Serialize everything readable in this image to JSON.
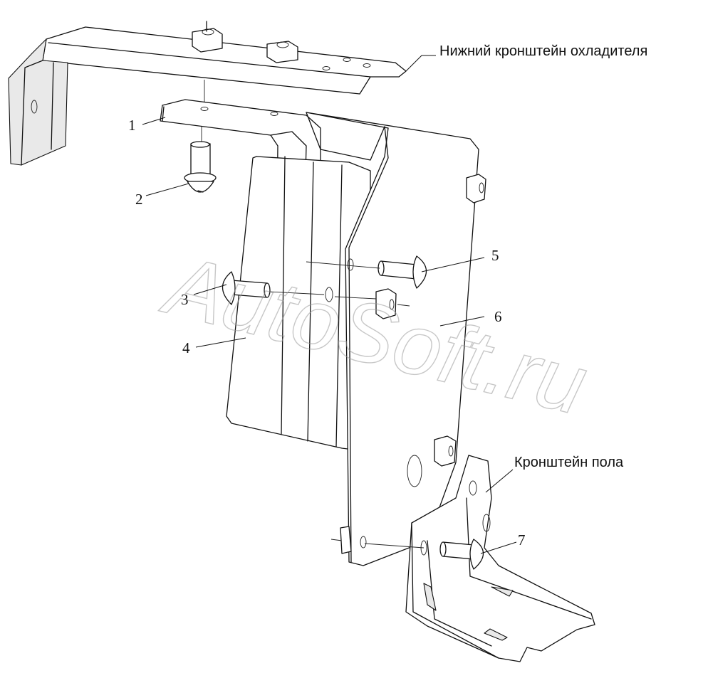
{
  "captions": {
    "cooler_bracket": "Нижний кронштейн охладителя",
    "floor_bracket": "Кронштейн пола"
  },
  "callouts": [
    "1",
    "2",
    "3",
    "4",
    "5",
    "6",
    "7"
  ],
  "watermark": "AutoSoft.ru"
}
